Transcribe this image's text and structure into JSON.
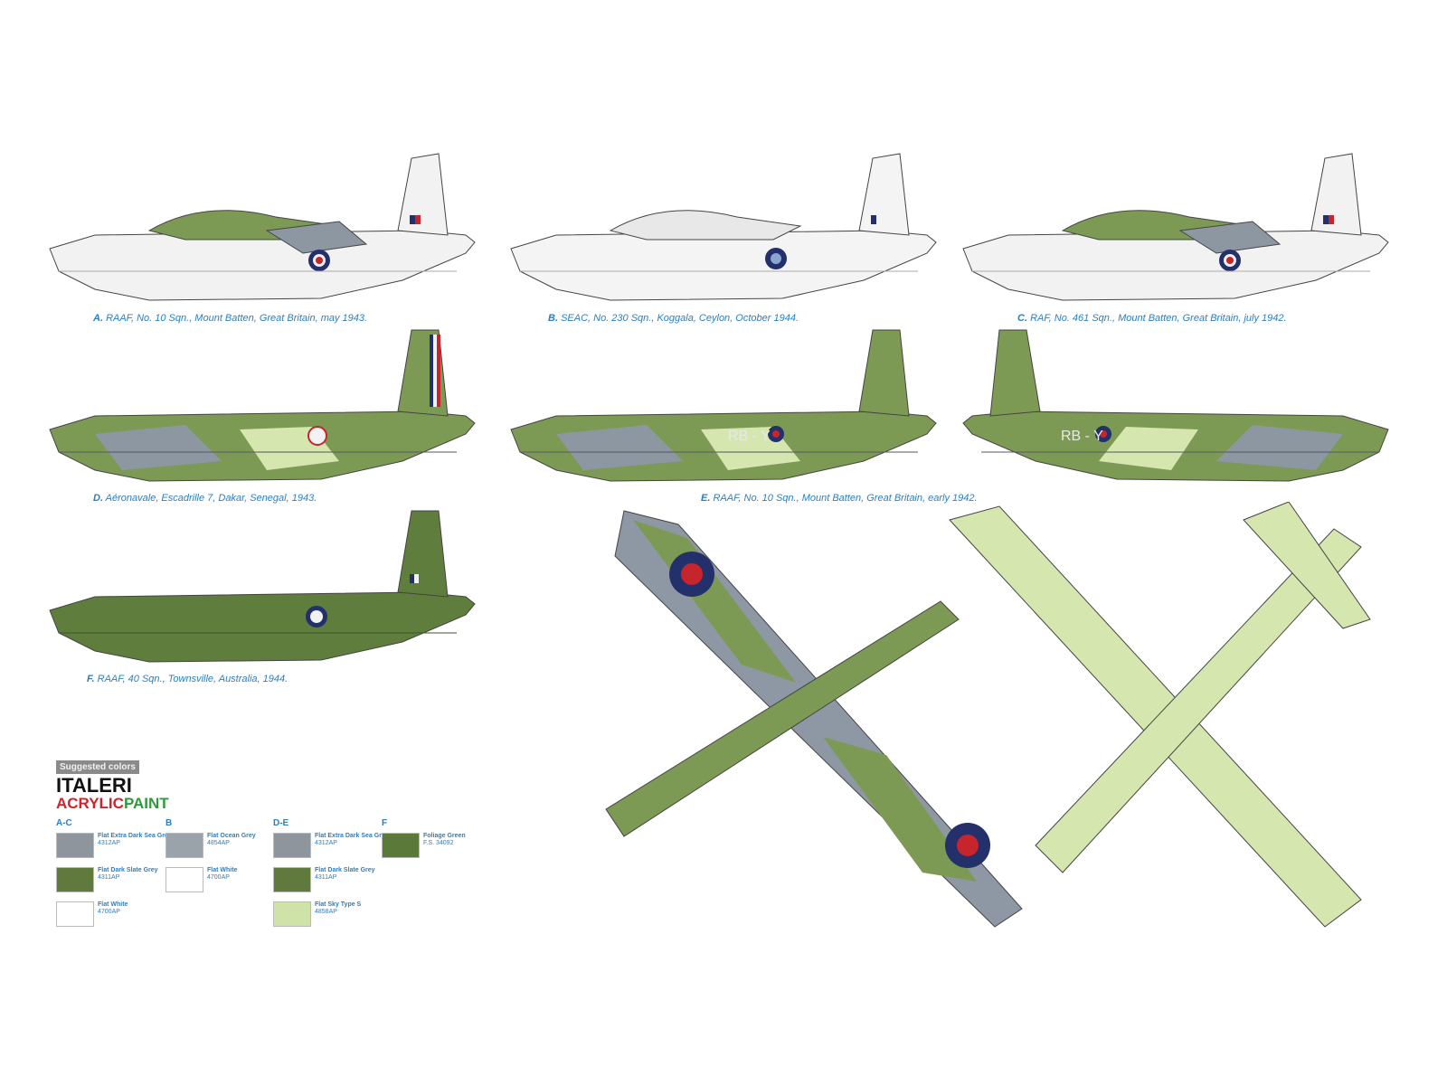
{
  "profiles": [
    {
      "id": "A",
      "caption_letter": "A.",
      "caption": "RAAF, No. 10 Sqn., Mount Batten, Great Britain, may 1943."
    },
    {
      "id": "B",
      "caption_letter": "B.",
      "caption": "SEAC, No. 230 Sqn., Koggala, Ceylon, October 1944."
    },
    {
      "id": "C",
      "caption_letter": "C.",
      "caption": "RAF, No. 461 Sqn., Mount Batten, Great Britain, july 1942."
    },
    {
      "id": "D",
      "caption_letter": "D.",
      "caption": "Aéronavale, Escadrille 7, Dakar, Senegal, 1943."
    },
    {
      "id": "E",
      "caption_letter": "E.",
      "caption": "RAAF, No. 10 Sqn., Mount Batten, Great Britain, early 1942."
    },
    {
      "id": "F",
      "caption_letter": "F.",
      "caption": "RAAF, 40 Sqn., Townsville, Australia, 1944."
    }
  ],
  "codes": {
    "e_left": "RB - Y",
    "e_right": "RB - Y"
  },
  "legend": {
    "suggested_colors": "Suggested colors",
    "brand": "ITALERI",
    "paint_a": "ACRYLIC",
    "paint_b": "PAINT",
    "groups": [
      {
        "label": "A-C",
        "swatches": [
          {
            "name": "Flat Extra Dark Sea Grey",
            "code": "4312AP",
            "color": "#8e959d"
          },
          {
            "name": "Flat Dark Slate Grey",
            "code": "4311AP",
            "color": "#5f7a3c"
          },
          {
            "name": "Flat White",
            "code": "4700AP",
            "color": "#ffffff"
          }
        ]
      },
      {
        "label": "B",
        "swatches": [
          {
            "name": "Flat Ocean Grey",
            "code": "4854AP",
            "color": "#9aa2aa"
          },
          {
            "name": "Flat White",
            "code": "4700AP",
            "color": "#ffffff"
          }
        ]
      },
      {
        "label": "D-E",
        "swatches": [
          {
            "name": "Flat Extra Dark Sea Grey",
            "code": "4312AP",
            "color": "#8e959d"
          },
          {
            "name": "Flat Dark Slate Grey",
            "code": "4311AP",
            "color": "#5f7a3c"
          },
          {
            "name": "Flat Sky Type S",
            "code": "4858AP",
            "color": "#cfe3a8"
          }
        ]
      },
      {
        "label": "F",
        "swatches": [
          {
            "name": "Foliage Green",
            "code": "F.S. 34092",
            "color": "#5b7a3a"
          }
        ]
      }
    ]
  },
  "colors": {
    "caption_blue": "#2b7fbf",
    "green": "#6b8b45",
    "grey": "#8e98a4",
    "white": "#f4f4f4",
    "sky": "#d5e6ae",
    "roundel_blue": "#23306b",
    "roundel_red": "#c6252b"
  }
}
